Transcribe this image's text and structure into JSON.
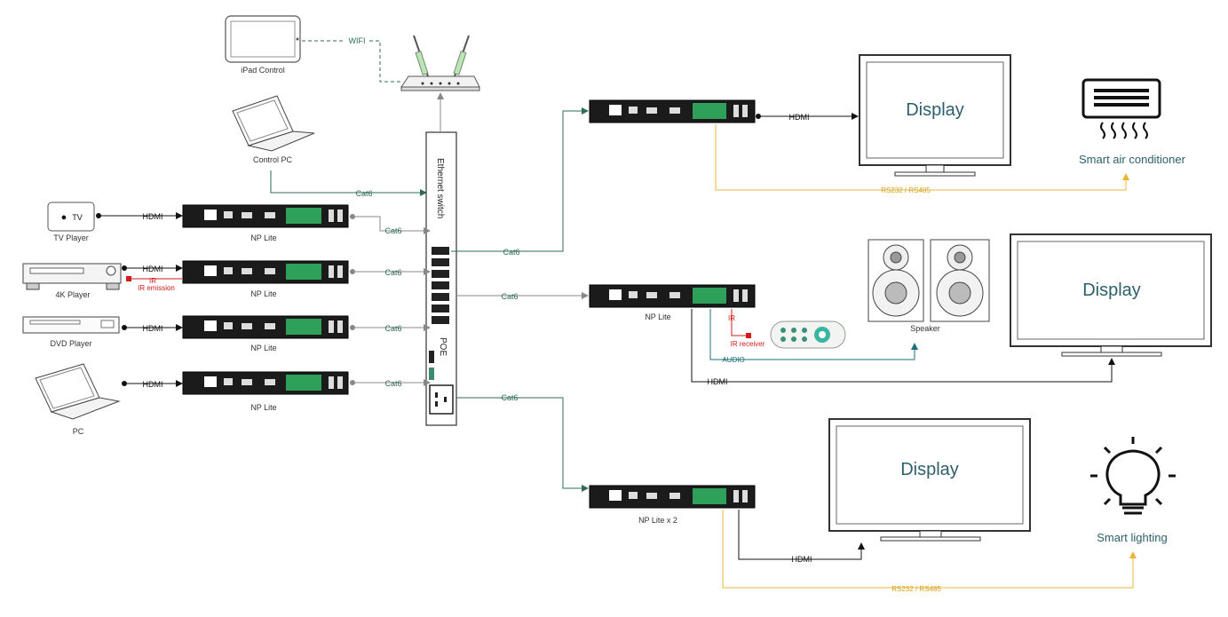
{
  "sources": {
    "tv_player": {
      "label": "TV Player",
      "logo_text": "TV"
    },
    "player_4k": {
      "label": "4K Player"
    },
    "dvd_player": {
      "label": "DVD Player"
    },
    "pc": {
      "label": "PC"
    }
  },
  "control": {
    "ipad": {
      "label": "iPad Control"
    },
    "control_pc": {
      "label": "Control PC"
    },
    "wifi_label": "WIFI"
  },
  "switch": {
    "label": "Ethernet switch",
    "poe_label": "POE"
  },
  "devices": {
    "tx1": {
      "label": "NP Lite"
    },
    "tx2": {
      "label": "NP Lite"
    },
    "tx3": {
      "label": "NP Lite"
    },
    "tx4": {
      "label": "NP Lite"
    },
    "rx2": {
      "label": "NP Lite"
    },
    "rx3": {
      "label": "NP Lite x 2"
    }
  },
  "links": {
    "hdmi": "HDMI",
    "cat6": "Cat6",
    "ir": "IR",
    "ir_emission": "IR emission",
    "ir_receiver": "IR receiver",
    "audio": "AUDIO",
    "rs232_1": "RS232 / RS485",
    "rs232_2": "RS232 / RS485"
  },
  "outputs": {
    "display_1": "Display",
    "display_2": "Display",
    "display_3": "Display",
    "air_conditioner": "Smart air conditioner",
    "speaker": "Speaker",
    "lighting": "Smart lighting"
  },
  "colors": {
    "cat6_line": "#2e6b5a",
    "hdmi_line": "#111111",
    "rs_line": "#e8b43a",
    "ir_line": "#d11a1a",
    "audio_line": "#1d6f78",
    "display_text": "#2d5f6b",
    "gray_line": "#888888"
  }
}
